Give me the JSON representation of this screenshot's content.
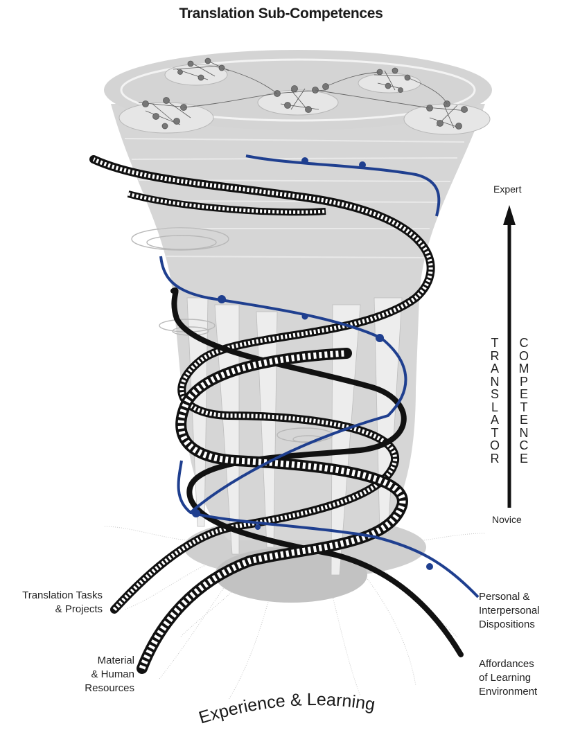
{
  "title": "Translation Sub-Competences",
  "scale": {
    "top_label": "Expert",
    "bottom_label": "Novice",
    "left_word": "TRANSLATOR",
    "right_word": "COMPETENCE"
  },
  "inputs": {
    "tasks": [
      "Translation Tasks",
      "& Projects"
    ],
    "resources": [
      "Material",
      "& Human",
      "Resources"
    ],
    "dispositions": [
      "Personal &",
      "Interpersonal",
      "Dispositions"
    ],
    "affordances": [
      "Affordances",
      "of Learning",
      "Environment"
    ]
  },
  "footer": "Experience & Learning",
  "colors": {
    "strand_blue": "#1f3f8f",
    "strand_black": "#111111",
    "cone_gray": "#d4d4d4"
  }
}
